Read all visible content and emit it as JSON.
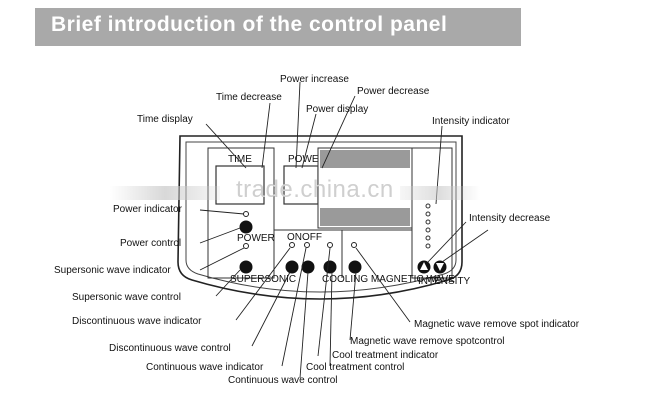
{
  "title": "Brief introduction of the control panel",
  "watermark": "trade.china.cn",
  "panel_small_labels": {
    "time_box": "TIME",
    "power_box": "POWER",
    "power_button": "POWER",
    "supersonic": "SUPERSONIC",
    "discontinuous_top": "ON",
    "continuous_top": "OFF",
    "cool_magnetic": "COOLING  MAGNETIC WAVE",
    "intensity": "INTENSITY"
  },
  "labels": {
    "time_display": "Time display",
    "time_decrease": "Time decrease",
    "power_increase": "Power increase",
    "power_decrease": "Power decrease",
    "power_display": "Power display",
    "intensity_indicator": "Intensity indicator",
    "intensity_decrease": "Intensity decrease",
    "power_indicator": "Power indicator",
    "power_control": "Power control",
    "supersonic_wave_indicator": "Supersonic wave indicator",
    "supersonic_wave_control": "Supersonic wave control",
    "discontinuous_wave_indicator": "Discontinuous wave indicator",
    "discontinuous_wave_control": "Discontinuous wave control",
    "continuous_wave_indicator": "Continuous wave indicator",
    "continuous_wave_control": "Continuous wave control",
    "cool_treatment_indicator": "Cool treatment indicator",
    "cool_treatment_control": "Cool treatment control",
    "magnetic_remove_spot_control": "Magnetic wave remove spotcontrol",
    "magnetic_remove_spot_indicator": "Magnetic wave remove spot indicator"
  }
}
